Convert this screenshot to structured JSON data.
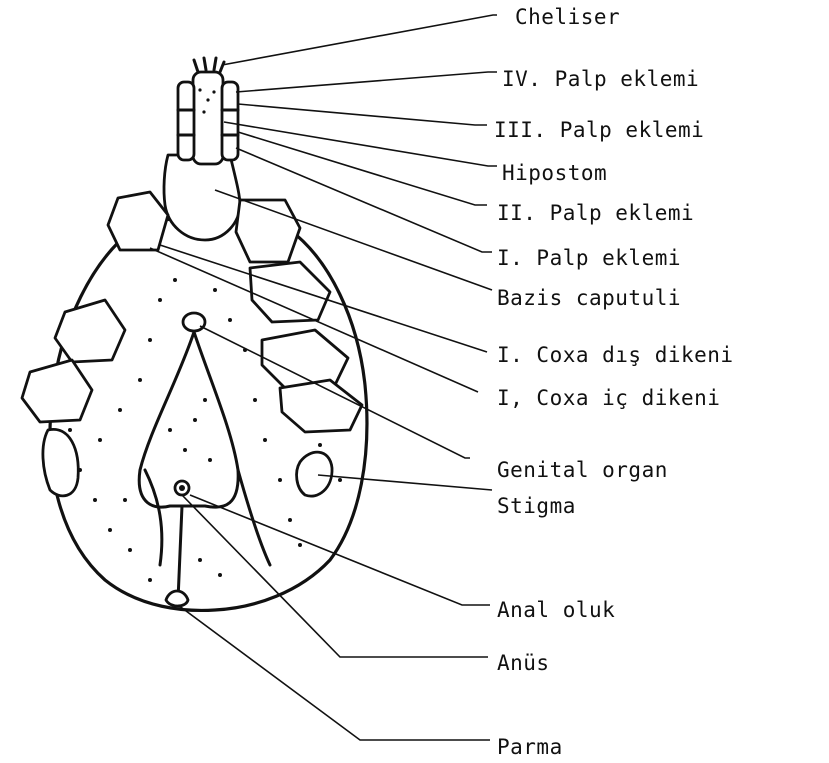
{
  "diagram": {
    "labels": {
      "cheliser": "Cheliser",
      "palp_iv": "IV. Palp eklemi",
      "palp_iii": "III. Palp eklemi",
      "hipostom": "Hipostom",
      "palp_ii": "II. Palp eklemi",
      "palp_i": "I. Palp eklemi",
      "bazis": "Bazis caputuli",
      "coxa_dis": "I. Coxa dış dikeni",
      "coxa_ic": "I, Coxa iç dikeni",
      "genital": "Genital organ",
      "stigma": "Stigma",
      "anal_oluk": "Anal oluk",
      "anus": "Anüs",
      "parma": "Parma"
    }
  }
}
